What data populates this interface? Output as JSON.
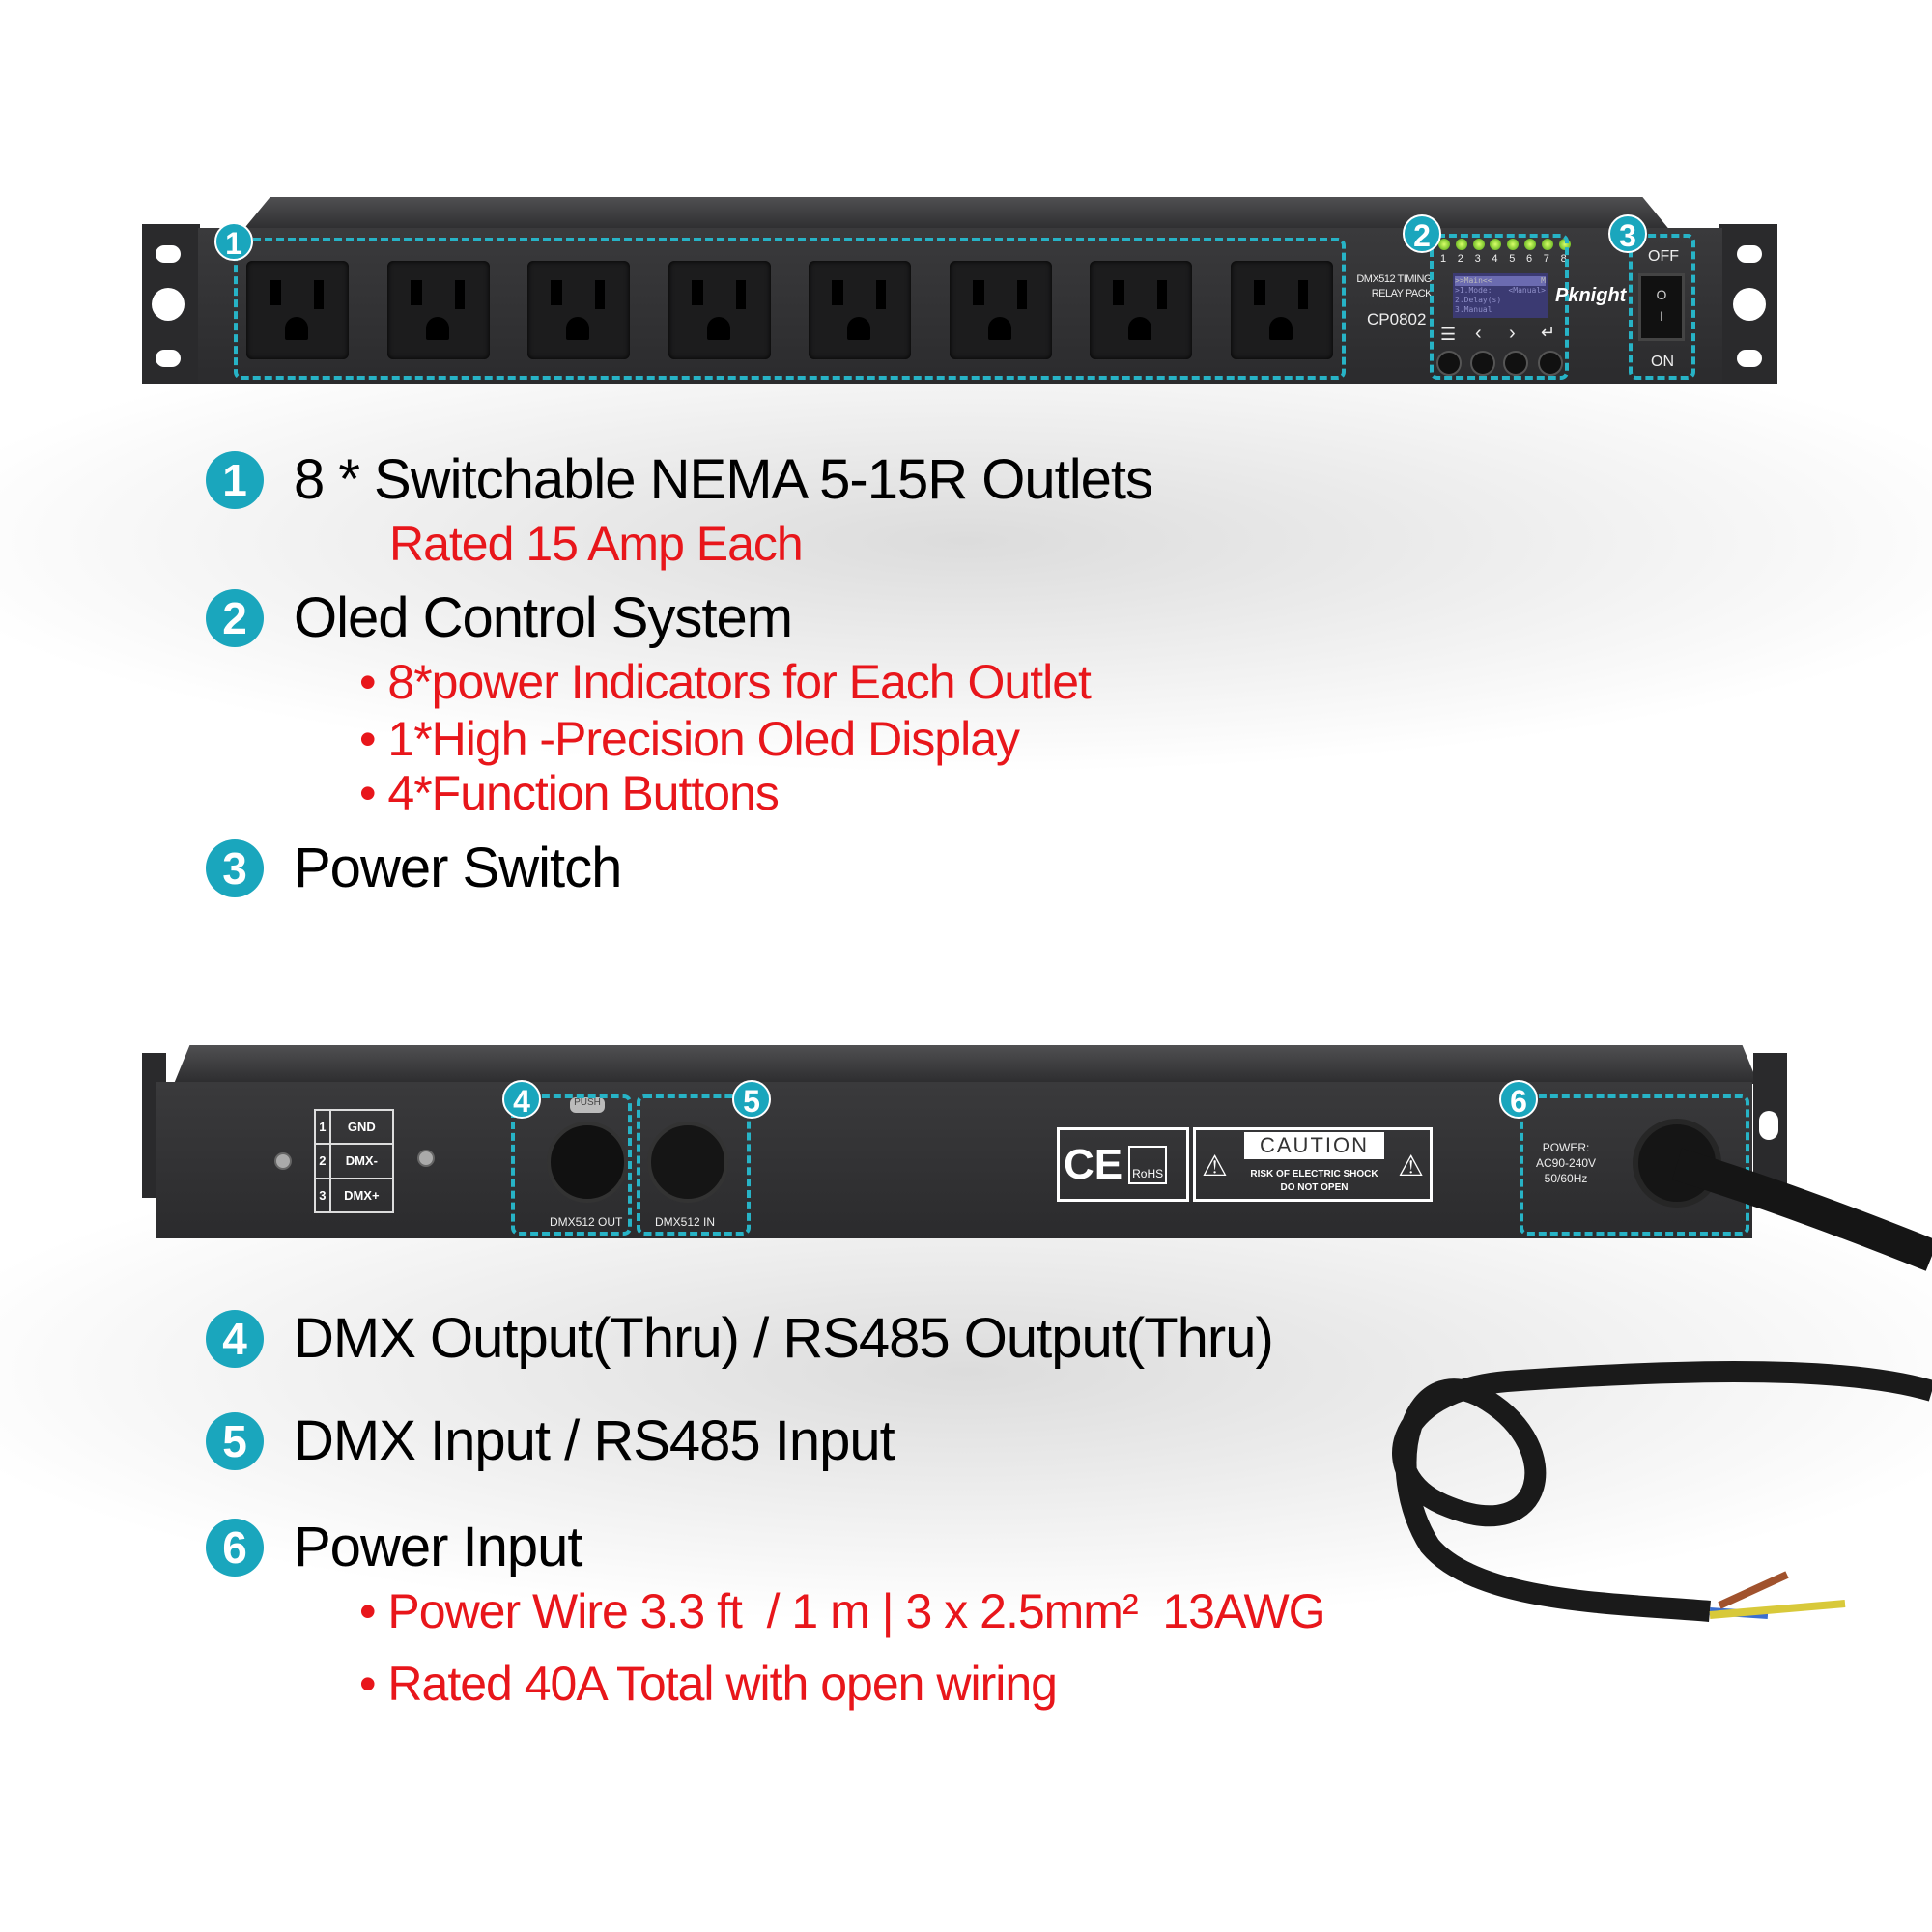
{
  "front": {
    "model_lines": [
      "DMX512 TIMING",
      "RELAY PACK"
    ],
    "model": "CP0802",
    "brand": "Pknight",
    "led_numbers": [
      "1",
      "2",
      "3",
      "4",
      "5",
      "6",
      "7",
      "8"
    ],
    "oled_lines": [
      ">>Main<<",
      "M",
      ">1.Mode:",
      "<Manual>",
      "2.Delay(s)",
      "3.Manual"
    ],
    "switch_off": "OFF",
    "switch_on": "ON",
    "switch_marks": [
      "O",
      "I"
    ],
    "button_icons": [
      "menu-icon",
      "chevron-left-icon",
      "chevron-right-icon",
      "enter-icon"
    ],
    "outlet_count": 8
  },
  "rear": {
    "pinout": [
      {
        "pin": "1",
        "name": "GND"
      },
      {
        "pin": "2",
        "name": "DMX-"
      },
      {
        "pin": "3",
        "name": "DMX+"
      }
    ],
    "push": "PUSH",
    "out_label": "DMX512 OUT",
    "in_label": "DMX512 IN",
    "ce": "CE",
    "rohs": "RoHS",
    "caution": "CAUTION",
    "caution_sub1": "RISK OF ELECTRIC SHOCK",
    "caution_sub2": "DO NOT OPEN",
    "power_label": "POWER:",
    "power_v": "AC90-240V",
    "power_hz": "50/60Hz"
  },
  "badges": [
    "1",
    "2",
    "3",
    "4",
    "5",
    "6"
  ],
  "features": {
    "f1": {
      "title": "8 * Switchable NEMA 5-15R Outlets",
      "sub": "Rated 15 Amp Each"
    },
    "f2": {
      "title": "Oled Control System",
      "bullets": [
        "8*power Indicators for Each Outlet",
        "1*High -Precision Oled Display",
        "4*Function Buttons"
      ]
    },
    "f3": {
      "title": "Power Switch"
    },
    "f4": {
      "title": "DMX Output(Thru) / RS485 Output(Thru)"
    },
    "f5": {
      "title": "DMX Input / RS485 Input"
    },
    "f6": {
      "title": "Power Input",
      "bullets": [
        "Power Wire 3.3 ft  / 1 m | 3 x 2.5mm²  13AWG",
        "Rated 40A Total with open wiring"
      ]
    }
  },
  "colors": {
    "accent": "#1aa6bd",
    "red": "#e8161b"
  }
}
